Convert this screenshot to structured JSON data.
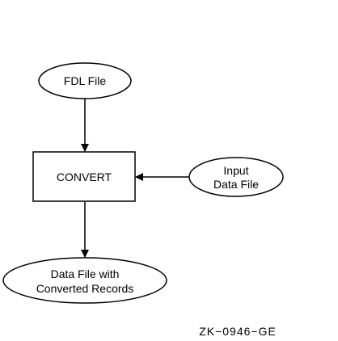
{
  "nodes": {
    "fdl_file": {
      "lines": [
        "FDL File"
      ]
    },
    "convert": {
      "lines": [
        "CONVERT"
      ]
    },
    "input_data_file": {
      "lines": [
        "Input",
        "Data File"
      ]
    },
    "output_data_file": {
      "lines": [
        "Data File with",
        "Converted Records"
      ]
    }
  },
  "edges": [
    {
      "from": "fdl_file",
      "to": "convert"
    },
    {
      "from": "input_data_file",
      "to": "convert"
    },
    {
      "from": "convert",
      "to": "output_data_file"
    }
  ],
  "figure_id": "ZK−0946−GE"
}
